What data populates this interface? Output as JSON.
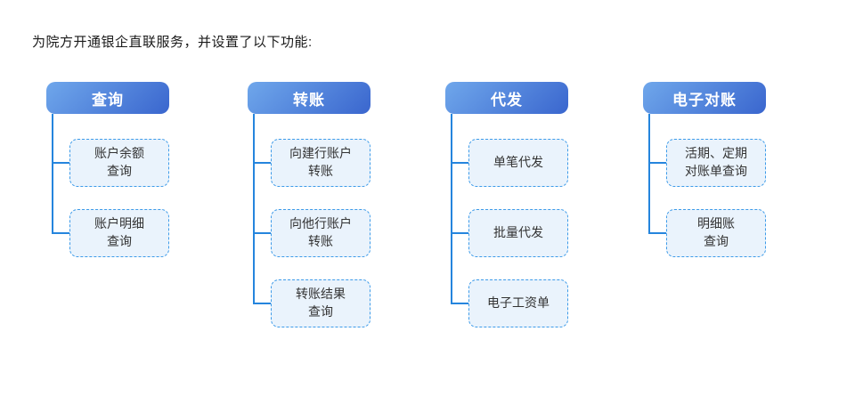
{
  "title": "为院方开通银企直联服务，并设置了以下功能:",
  "colors": {
    "header_gradient_start": "#6FA7EB",
    "header_gradient_end": "#3A66CE",
    "child_border": "#3D9BE9",
    "child_background": "#EAF3FC",
    "connector_line": "#2585DD",
    "header_text": "#FFFFFF",
    "child_text": "#333333",
    "title_text": "#1A1A1A"
  },
  "columns": [
    {
      "header": "查询",
      "children": [
        {
          "label": "账户余额\n查询"
        },
        {
          "label": "账户明细\n查询"
        }
      ]
    },
    {
      "header": "转账",
      "children": [
        {
          "label": "向建行账户\n转账"
        },
        {
          "label": "向他行账户\n转账"
        },
        {
          "label": "转账结果\n查询"
        }
      ]
    },
    {
      "header": "代发",
      "children": [
        {
          "label": "单笔代发"
        },
        {
          "label": "批量代发"
        },
        {
          "label": "电子工资单"
        }
      ]
    },
    {
      "header": "电子对账",
      "children": [
        {
          "label": "活期、定期\n对账单查询"
        },
        {
          "label": "明细账\n查询"
        }
      ]
    }
  ]
}
